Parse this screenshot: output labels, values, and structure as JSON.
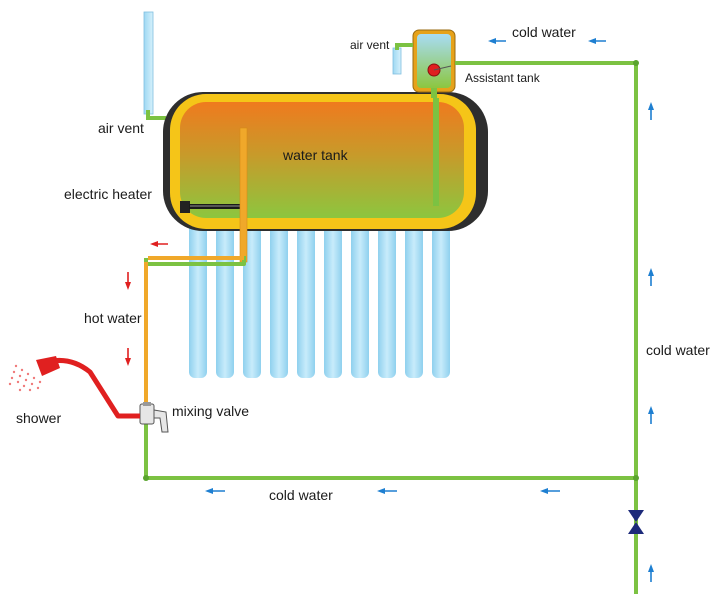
{
  "labels": {
    "air_vent_top": "air vent",
    "air_vent_left": "air vent",
    "cold_water_top": "cold water",
    "assistant_tank": "Assistant tank",
    "water_tank": "water tank",
    "electric_heater": "electric heater",
    "hot_water": "hot water",
    "shower": "shower",
    "mixing_valve": "mixing valve",
    "cold_water_right": "cold water",
    "cold_water_bottom": "cold water"
  },
  "colors": {
    "cold_pipe": "#7cc242",
    "hot_pipe": "#f0a82a",
    "tank_yellow": "#f5c518",
    "tank_end": "#333333",
    "tube_blue": "#a8dcf4",
    "arrow_blue": "#1e7fd1",
    "flow_red": "#e02020",
    "valve_navy": "#1c2a7a"
  }
}
